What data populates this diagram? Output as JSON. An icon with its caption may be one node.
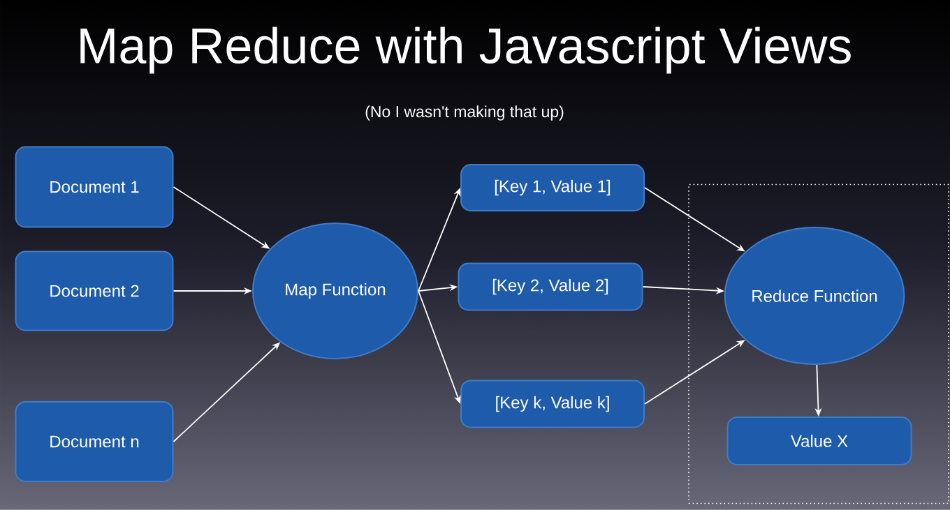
{
  "diagram": {
    "title": "Map Reduce with Javascript Views",
    "nodes": [
      {
        "text": [
          "Document 1"
        ]
      },
      {
        "text": [
          "Document 2"
        ]
      },
      {
        "text": [
          "Document n"
        ]
      },
      {
        "text": [
          "Map Function"
        ]
      },
      {
        "text": [
          "[Key 1, Value 1]"
        ]
      },
      {
        "text": [
          "[Key 2, Value 2]"
        ]
      },
      {
        "text": [
          "[Key k, Value k]"
        ]
      },
      {
        "text": [],
        "shape": "box"
      },
      {
        "text": [
          "Reduce Function"
        ],
        "in": 7
      },
      {
        "text": [
          "Value X"
        ],
        "in": 7
      }
    ],
    "edges": [
      {
        "from": 0,
        "to": 3,
        "arrow": "to"
      },
      {
        "from": 1,
        "to": 3,
        "arrow": "to"
      },
      {
        "from": 2,
        "to": 3,
        "arrow": "to"
      },
      {
        "from": 3,
        "to": 4,
        "arrow": "to"
      },
      {
        "from": 3,
        "to": 5,
        "arrow": "to"
      },
      {
        "from": 3,
        "to": 6,
        "arrow": "to"
      },
      {
        "from": 4,
        "to": 8,
        "arrow": "to"
      },
      {
        "from": 5,
        "to": 8,
        "arrow": "to"
      },
      {
        "from": 6,
        "to": 8,
        "arrow": "to"
      },
      {
        "from": 8,
        "to": 9,
        "arrow": "to"
      }
    ],
    "labels": [
      "(No I wasn't making that up)"
    ]
  }
}
